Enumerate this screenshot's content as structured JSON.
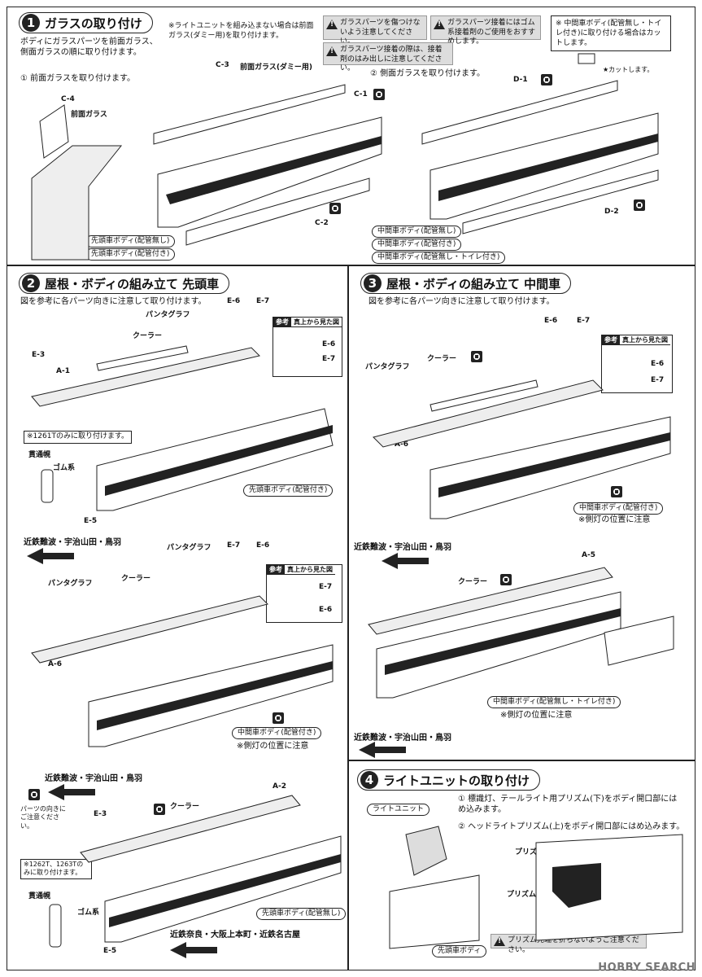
{
  "step1": {
    "num": "1",
    "title": "ガラスの取り付け",
    "intro": "ボディにガラスパーツを前面ガラス、側面ガラスの順に取り付けます。",
    "sub1": "① 前面ガラスを取り付けます。",
    "sub2": "② 側面ガラスを取り付けます。",
    "dummy_note": "※ライトユニットを組み込まない場合は前面ガラス(ダミー用)を取り付けます。",
    "parts": {
      "c4": "C-4",
      "c4_name": "前面ガラス",
      "c3": "C-3",
      "c3_name": "前面ガラス(ダミー用)",
      "c1": "C-1",
      "c2": "C-2",
      "d1": "D-1",
      "d2": "D-2"
    },
    "warnings": [
      "ガラスパーツを傷つけないよう注意してください。",
      "ガラスパーツ接着にはゴム系接着剤のご使用をおすすめします。",
      "ガラスパーツ接着の際は、接着剤のはみ出しに注意してください。"
    ],
    "cut_note": "※ 中間車ボディ(配管無し・トイレ付き)に取り付ける場合はカットします。",
    "cut_mark": "★カットします。",
    "bodies_left": [
      "先頭車ボディ(配管無し)",
      "先頭車ボディ(配管付き)"
    ],
    "bodies_right": [
      "中間車ボディ(配管無し)",
      "中間車ボディ(配管付き)",
      "中間車ボディ(配管無し・トイレ付き)"
    ]
  },
  "step2": {
    "num": "2",
    "title": "屋根・ボディの組み立て 先頭車",
    "intro": "図を参考に各パーツ向きに注意して取り付けます。",
    "pantograph": "パンタグラフ",
    "cooler": "クーラー",
    "ref_tag": "参考",
    "ref_title": "真上から見た図",
    "e6": "E-6",
    "e7": "E-7",
    "e3": "E-3",
    "e5": "E-5",
    "a1": "A-1",
    "a6": "A-6",
    "a2": "A-2",
    "only_1261": "※1261Tのみに取り付けます。",
    "only_1262": "※1262T、1263Tのみに取り付けます。",
    "gangway": "貫通幌",
    "rubber": "ゴム系",
    "body_piped": "先頭車ボディ(配管付き)",
    "body_nopipe": "先頭車ボディ(配管無し)",
    "mid_piped": "中間車ボディ(配管付き)",
    "lamp_note": "※側灯の位置に注意",
    "route1": "近鉄難波・宇治山田・鳥羽",
    "route2": "近鉄難波・宇治山田・鳥羽",
    "route3": "近鉄奈良・大阪上本町・近鉄名古屋",
    "dir_note": "パーツの向きにご注意ください。"
  },
  "step3": {
    "num": "3",
    "title": "屋根・ボディの組み立て 中間車",
    "intro": "図を参考に各パーツ向きに注意して取り付けます。",
    "pantograph": "パンタグラフ",
    "cooler": "クーラー",
    "ref_tag": "参考",
    "ref_title": "真上から見た図",
    "e6": "E-6",
    "e7": "E-7",
    "a6": "A-6",
    "a5": "A-5",
    "mid_piped": "中間車ボディ(配管付き)",
    "mid_toilet": "中間車ボディ(配管無し・トイレ付き)",
    "lamp_note": "※側灯の位置に注意",
    "route1": "近鉄難波・宇治山田・鳥羽",
    "route2": "近鉄難波・宇治山田・鳥羽"
  },
  "step4": {
    "num": "4",
    "title": "ライトユニットの取り付け",
    "item1": "① 標識灯、テールライト用プリズム(下)をボディ開口部にはめ込みます。",
    "item2": "② ヘッドライトプリズム(上)をボディ開口部にはめ込みます。",
    "light_unit": "ライトユニット",
    "prism": "プリズム",
    "body": "先頭車ボディ",
    "warn": "プリズム先端を折らないようご注意ください。"
  },
  "watermark": "HOBBY SEARCH"
}
